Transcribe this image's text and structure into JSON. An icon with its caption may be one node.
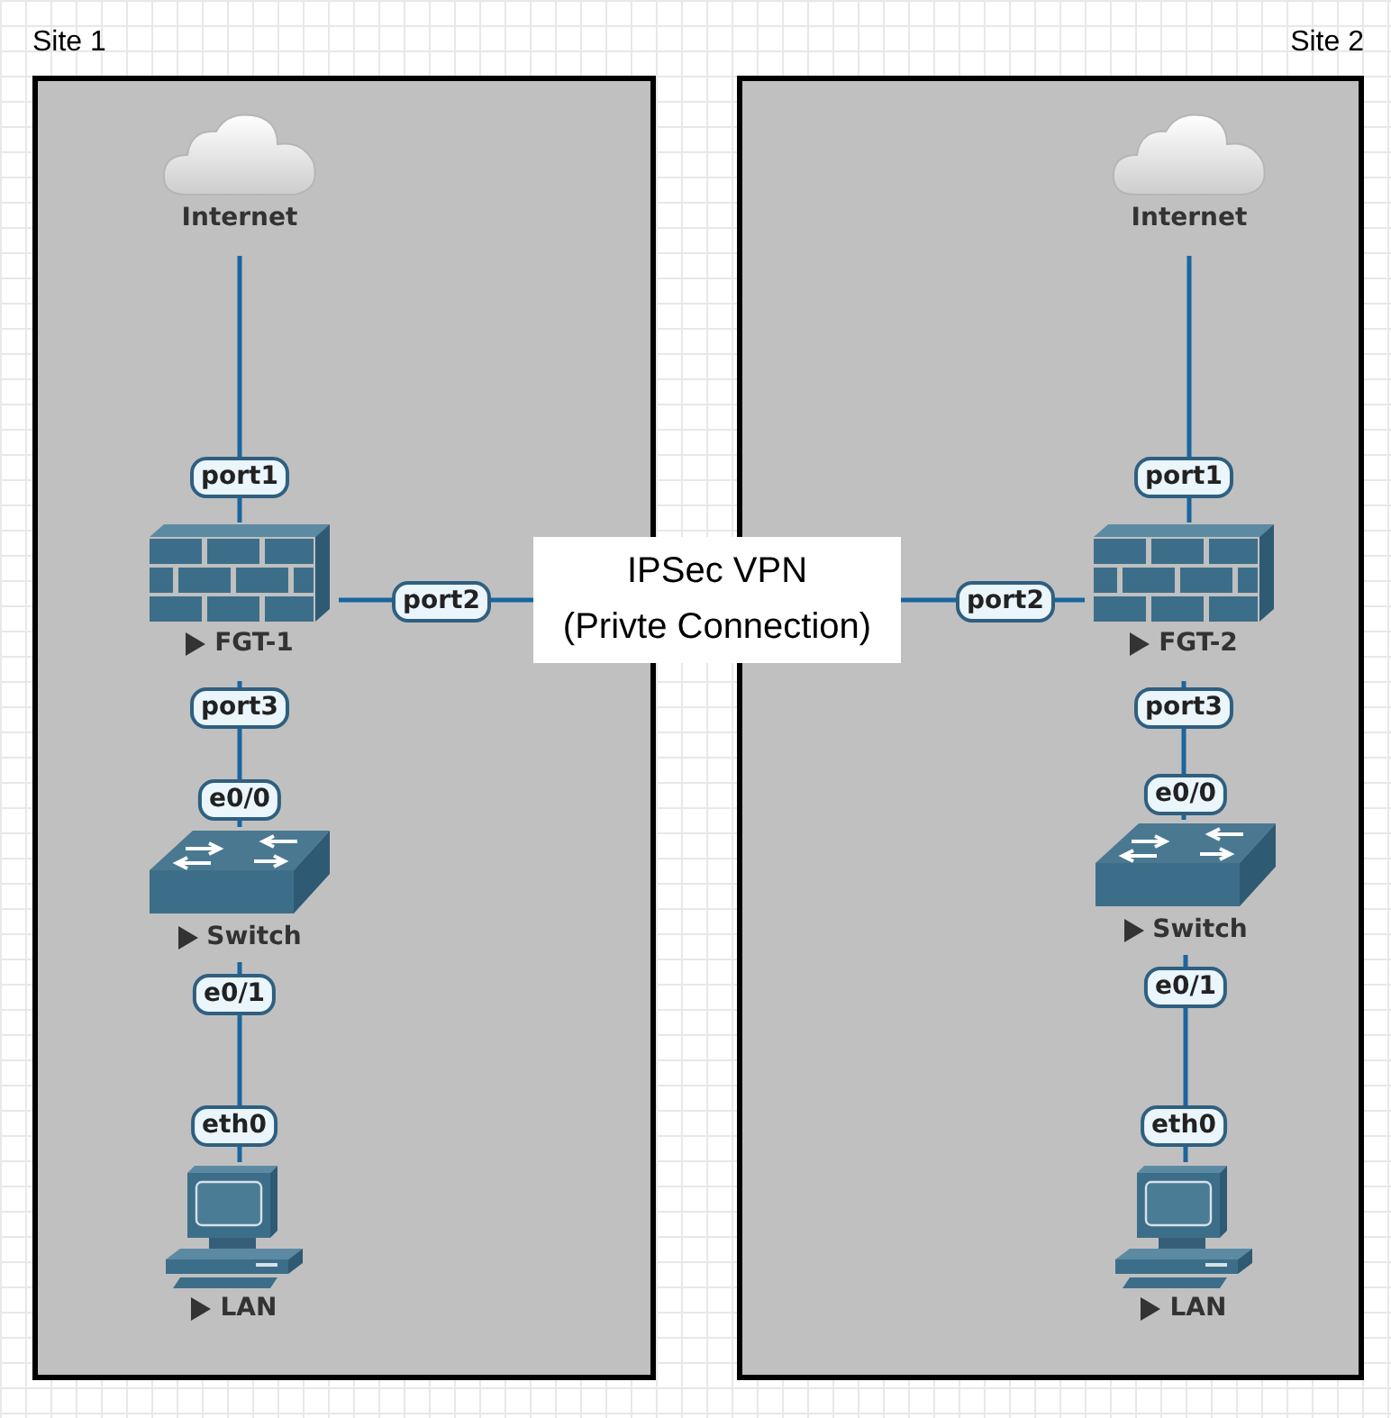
{
  "diagram": {
    "nodes": [
      {
        "text": [
          "Site 1"
        ]
      },
      {
        "text": [
          "Internet"
        ],
        "in": 0
      },
      {
        "text": [
          "FGT-1"
        ],
        "in": 0,
        "beside": [
          "port1",
          "port2",
          "port3"
        ]
      },
      {
        "text": [
          "Switch"
        ],
        "in": 0,
        "beside": [
          "e0/0",
          "e0/1"
        ]
      },
      {
        "text": [
          "LAN"
        ],
        "in": 0,
        "beside": [
          "eth0"
        ]
      },
      {
        "text": [
          "Site 2"
        ]
      },
      {
        "text": [
          "Internet"
        ],
        "in": 5
      },
      {
        "text": [
          "FGT-2"
        ],
        "in": 5,
        "beside": [
          "port1",
          "port2",
          "port3"
        ]
      },
      {
        "text": [
          "Switch"
        ],
        "in": 5,
        "beside": [
          "e0/0",
          "e0/1"
        ]
      },
      {
        "text": [
          "LAN"
        ],
        "in": 5,
        "beside": [
          "eth0"
        ]
      },
      {
        "text": [
          "IPSec VPN (Privte Connection)"
        ]
      }
    ],
    "edges": [
      {
        "from": 1,
        "to": 2,
        "arrow": "none"
      },
      {
        "from": 2,
        "to": 10,
        "arrow": "none"
      },
      {
        "from": 10,
        "to": 7,
        "arrow": "none"
      },
      {
        "from": 2,
        "to": 3,
        "arrow": "none"
      },
      {
        "from": 3,
        "to": 4,
        "arrow": "none"
      },
      {
        "from": 6,
        "to": 7,
        "arrow": "none"
      },
      {
        "from": 7,
        "to": 8,
        "arrow": "none"
      },
      {
        "from": 8,
        "to": 9,
        "arrow": "none"
      }
    ]
  }
}
